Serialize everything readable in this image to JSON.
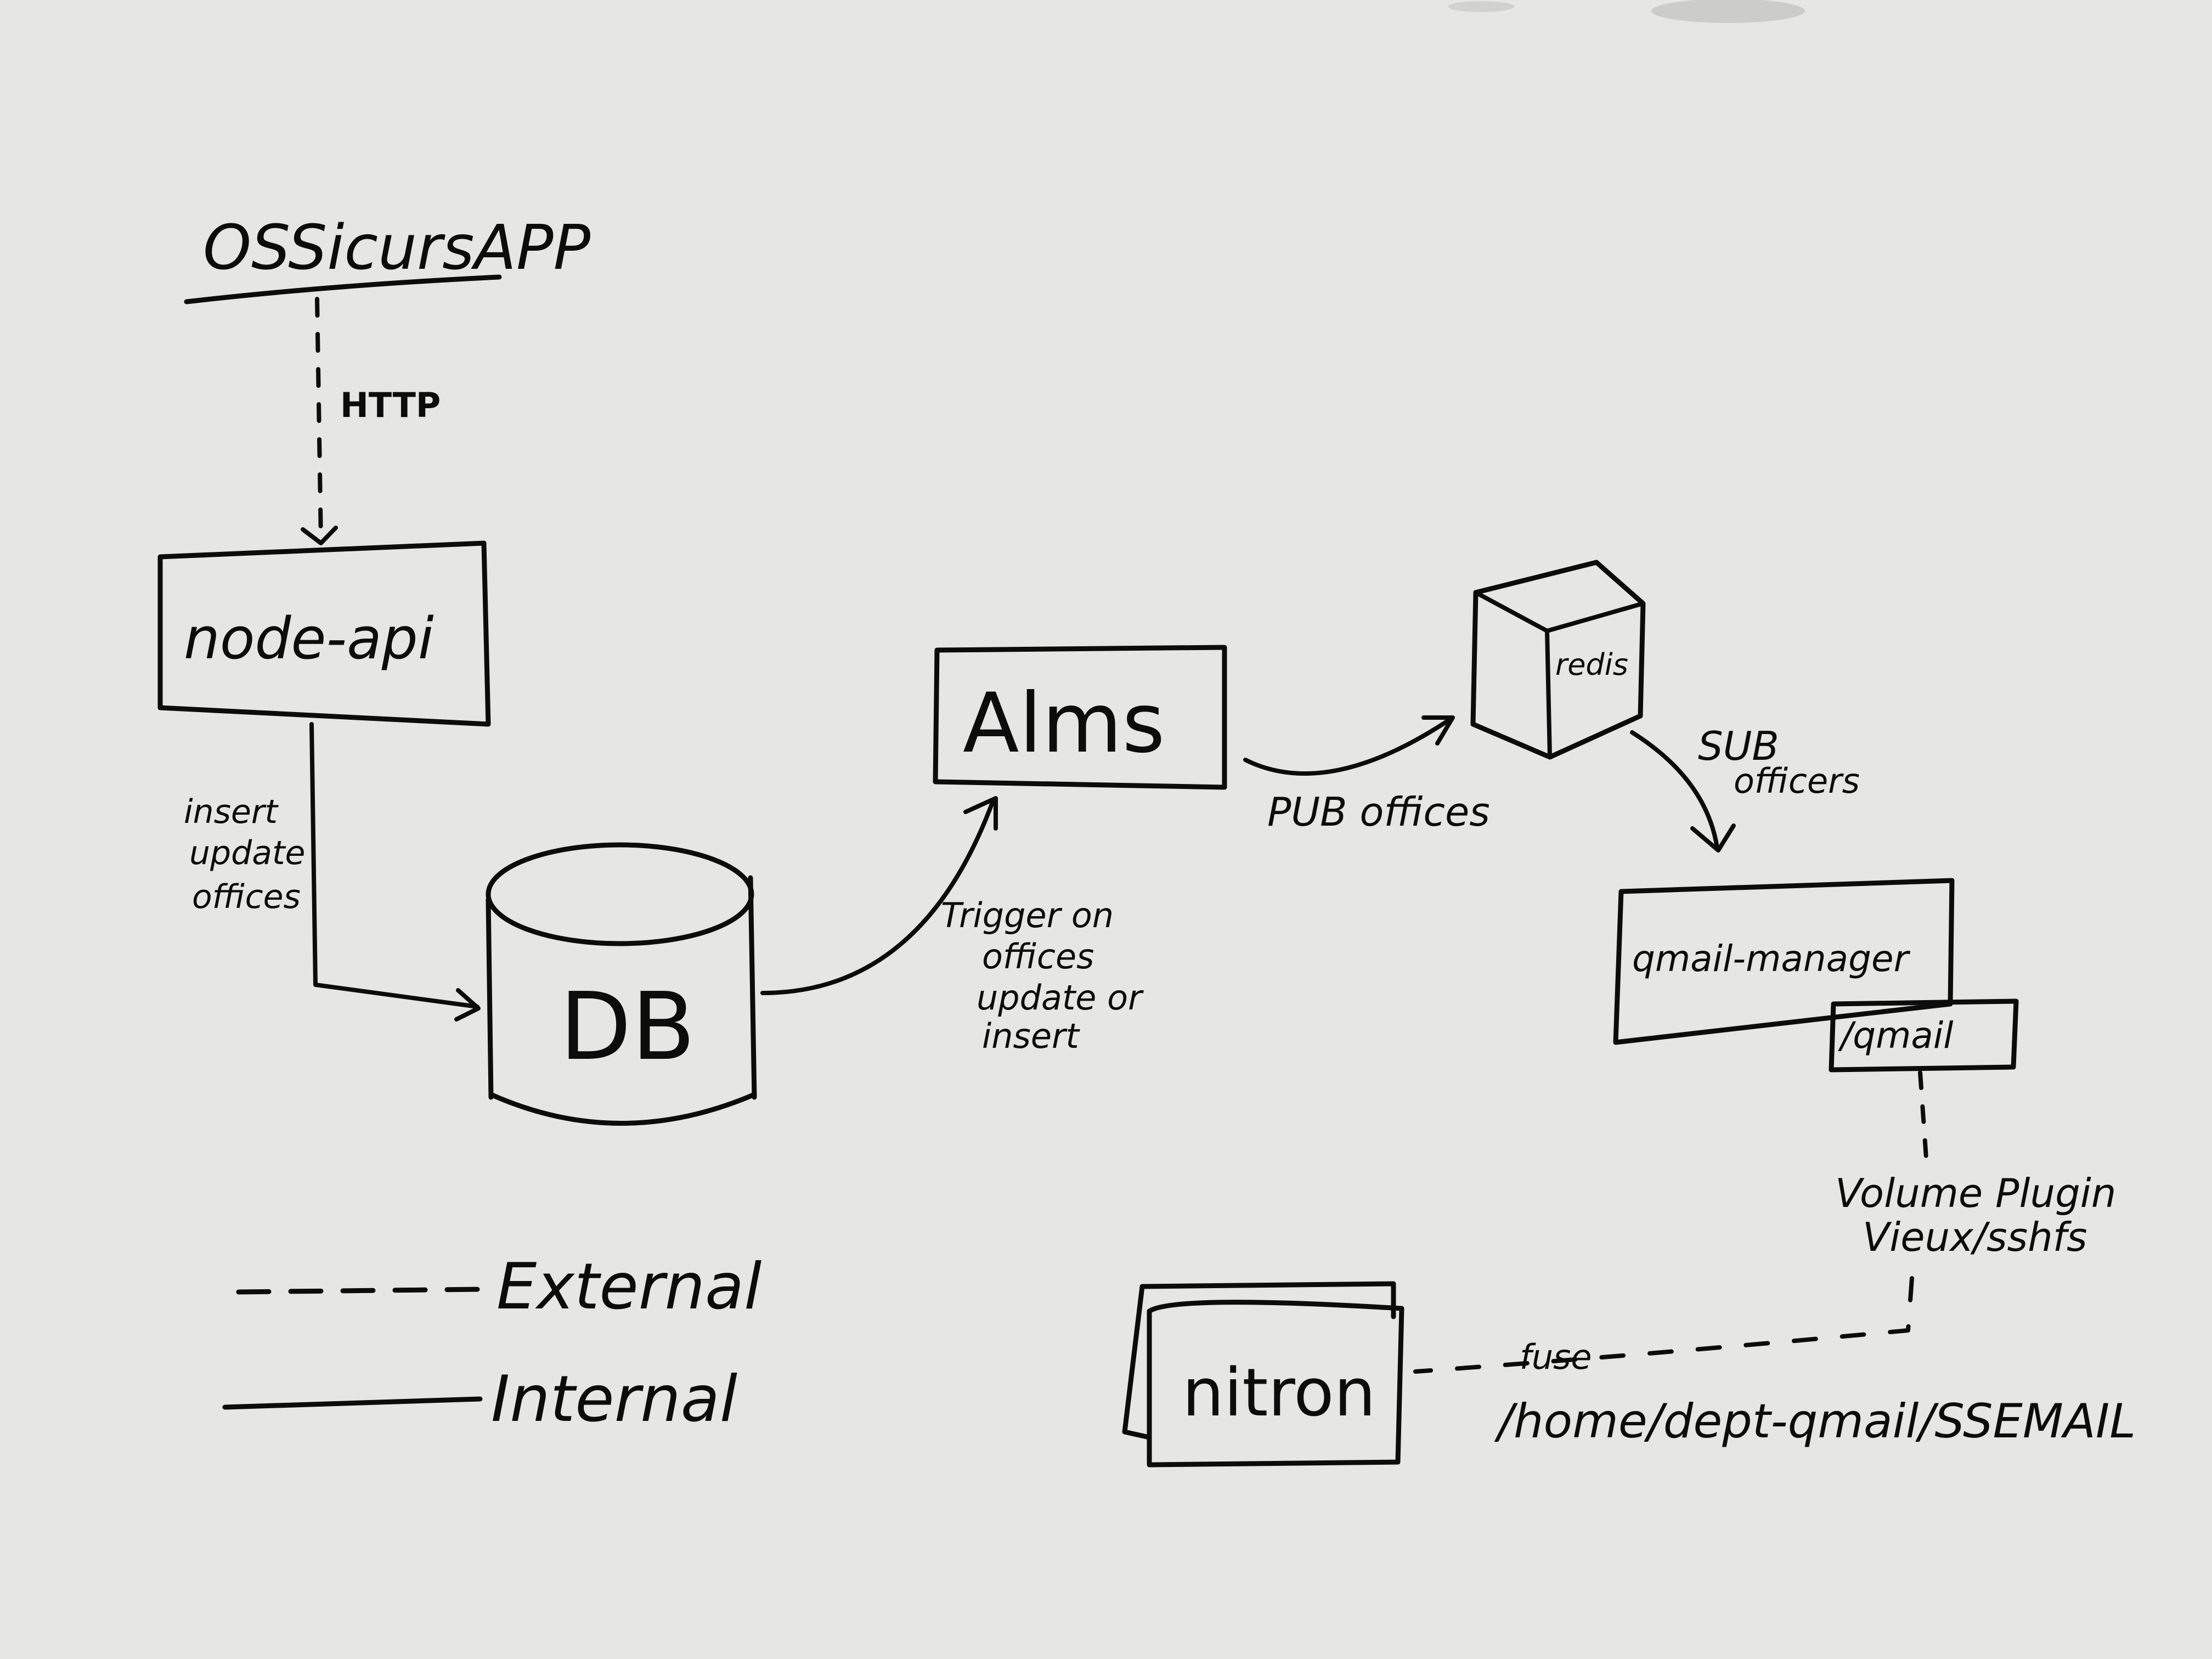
{
  "diagram": {
    "title": "OSSicursAPP",
    "http_label": "HTTP",
    "node_api": {
      "label": "node-api"
    },
    "insert_label": {
      "lines": [
        "insert",
        "update",
        "offices"
      ]
    },
    "db": {
      "label": "DB"
    },
    "trigger_label": {
      "lines": [
        "Trigger on",
        "offices",
        "update or",
        "insert"
      ]
    },
    "alms": {
      "label": "Alms"
    },
    "pub_label": "PUB offices",
    "redis": {
      "label": "redis"
    },
    "sub_label": {
      "lines": [
        "SUB",
        "officers"
      ]
    },
    "qmail_manager": {
      "label": "qmail-manager"
    },
    "qmail_mount": {
      "label": "/qmail"
    },
    "volume_label": {
      "lines": [
        "Volume Plugin",
        "Vieux/sshfs"
      ]
    },
    "nitron": {
      "label": "nitron"
    },
    "fuse_label": "fuse",
    "path_label": "/home/dept-qmail/SSEMAIL",
    "legend": {
      "external": "External",
      "internal": "Internal"
    }
  }
}
